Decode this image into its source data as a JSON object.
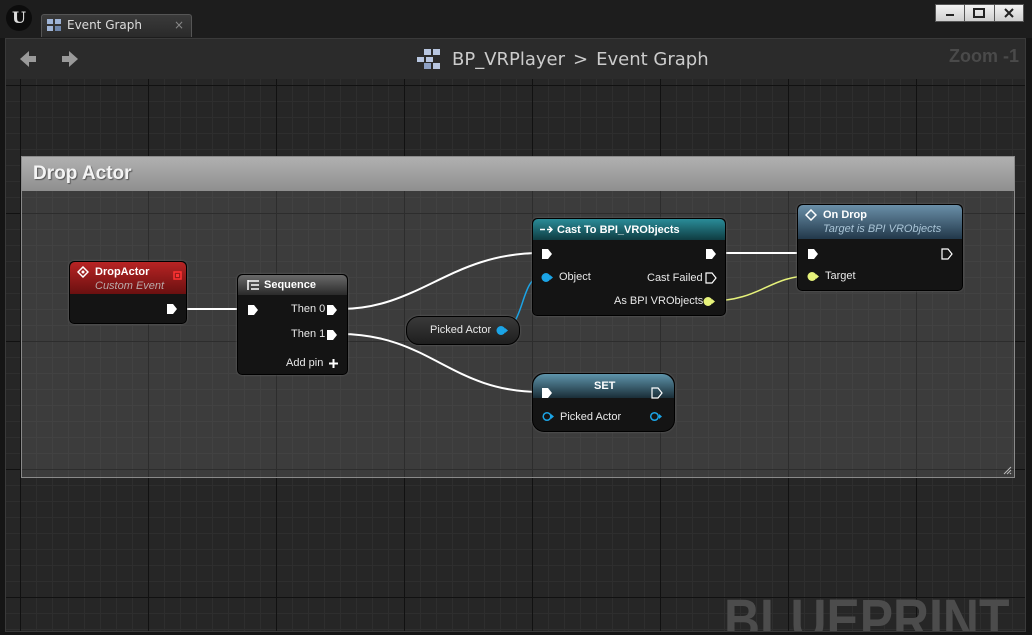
{
  "window": {
    "logo": "U",
    "tab_label": "Event Graph",
    "tab_close": "×"
  },
  "header": {
    "breadcrumb_root": "BP_VRPlayer",
    "breadcrumb_sep": ">",
    "breadcrumb_current": "Event Graph",
    "zoom": "Zoom -1"
  },
  "comment": {
    "title": "Drop Actor"
  },
  "nodes": {
    "drop_actor": {
      "title": "DropActor",
      "subtitle": "Custom Event"
    },
    "sequence": {
      "title": "Sequence",
      "then0": "Then 0",
      "then1": "Then 1",
      "add_pin": "Add pin"
    },
    "cast": {
      "title": "Cast To BPI_VRObjects",
      "object": "Object",
      "cast_failed": "Cast Failed",
      "as_bpi": "As BPI VRObjects"
    },
    "on_drop": {
      "title": "On Drop",
      "subtitle": "Target is BPI VRObjects",
      "target": "Target"
    },
    "picked_actor_get": {
      "label": "Picked Actor"
    },
    "set": {
      "title": "SET",
      "picked_actor": "Picked Actor"
    }
  },
  "watermark": "BLUEPRINT",
  "colors": {
    "event_header": "#8a1a1a",
    "cast_header": "#1d6a75",
    "set_header": "#5a8a9e",
    "exec_wire": "#ffffff",
    "object_pin": "#1ba4e6",
    "interface_pin": "#e6f27a"
  }
}
